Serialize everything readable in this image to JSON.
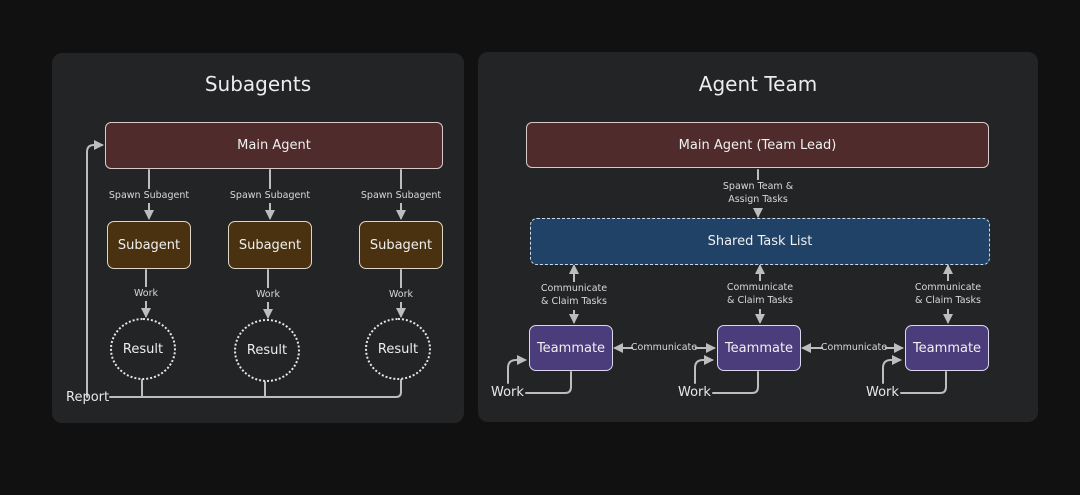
{
  "subagents": {
    "title": "Subagents",
    "main_agent": "Main Agent",
    "spawn_label": "Spawn Subagent",
    "subagent_label": "Subagent",
    "work_label": "Work",
    "result_label": "Result",
    "report_label": "Report"
  },
  "agent_team": {
    "title": "Agent Team",
    "lead": "Main Agent (Team Lead)",
    "spawn_line1": "Spawn Team &",
    "spawn_line2": "Assign Tasks",
    "task_list": "Shared Task List",
    "claim_line1": "Communicate",
    "claim_line2": "& Claim Tasks",
    "teammate_label": "Teammate",
    "communicate_label": "Communicate",
    "work_label": "Work"
  },
  "colors": {
    "background": "#111112",
    "panel": "#232426",
    "main_agent": "#4f2b2c",
    "subagent": "#4a3210",
    "task_list": "#1f4266",
    "teammate": "#4b3d7c",
    "line": "#bdbdbd"
  }
}
